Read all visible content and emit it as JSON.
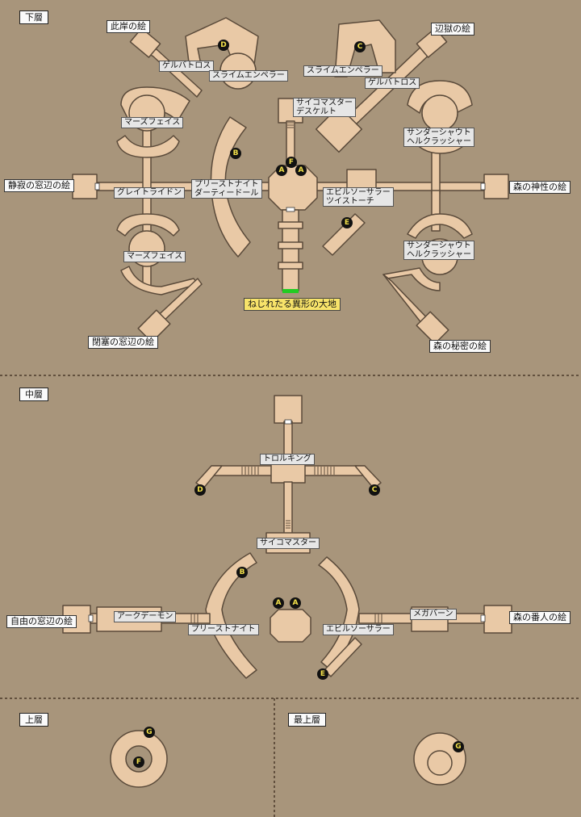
{
  "colors": {
    "background": "#a8957b",
    "corridor_fill": "#e9c9a6",
    "corridor_stroke": "#5a4a3a",
    "divider": "#4a3a2a",
    "marker_fill": "#111111",
    "marker_text": "#f2e04a",
    "boss_label": "#f7e36a",
    "exit_green": "#22cc22"
  },
  "sections": {
    "lower": "下層",
    "middle": "中層",
    "upper": "上層",
    "top": "最上層"
  },
  "lower": {
    "paintings": {
      "shigan": "此岸の絵",
      "hengoku": "辺獄の絵",
      "seijaku": "静寂の窓辺の絵",
      "mori_shinsei": "森の神性の絵",
      "heisoku": "閉塞の窓辺の絵",
      "mori_himitsu": "森の秘密の絵"
    },
    "enemies": {
      "gelbatross_left": "ゲルバトロス",
      "slime_emperor_left": "スライムエンペラー",
      "slime_emperor_right": "スライムエンペラー",
      "gelbatross_right": "ゲルバトロス",
      "mars_face_top": "マーズフェイス",
      "psy_master_line1": "サイコマスター",
      "psy_master_line2": "デスケルト",
      "thunder_top_line1": "サンダーシャウト",
      "thunder_top_line2": "ヘルクラッシャー",
      "great_raidon": "グレイトライドン",
      "priest_line1": "プリーストナイト",
      "priest_line2": "ダーティードール",
      "evil_line1": "エビルソーサラー",
      "evil_line2": "ツイストーチ",
      "mars_face_bottom": "マーズフェイス",
      "thunder_bot_line1": "サンダーシャウト",
      "thunder_bot_line2": "ヘルクラッシャー"
    },
    "boss": "ねじれたる異形の大地"
  },
  "middle": {
    "paintings": {
      "jiyu": "自由の窓辺の絵",
      "mori_bannin": "森の番人の絵"
    },
    "enemies": {
      "troll_king": "トロルキング",
      "psy_master": "サイコマスター",
      "arch_demon": "アークデーモン",
      "priest_knight": "プリーストナイト",
      "evil_sorcerer": "エビルソーサラー",
      "megaburn": "メガバーン"
    }
  },
  "markers": {
    "A": "A",
    "B": "B",
    "C": "C",
    "D": "D",
    "E": "E",
    "F": "F",
    "G": "G"
  }
}
